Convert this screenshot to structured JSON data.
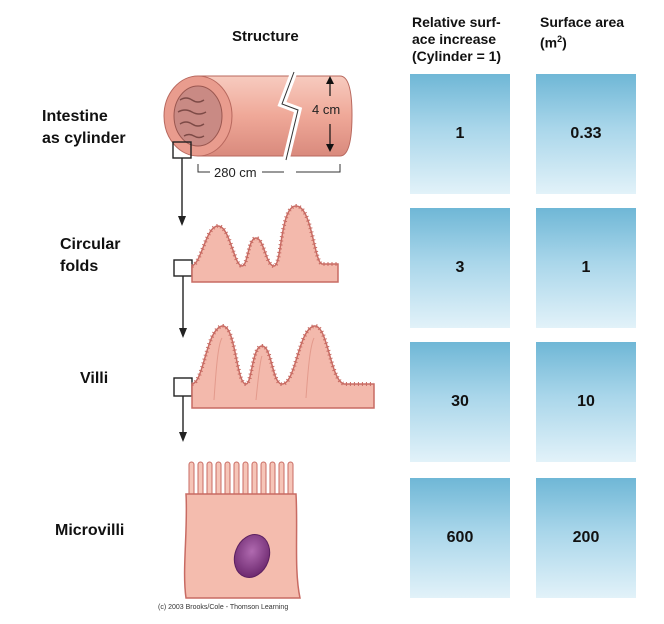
{
  "headers": {
    "structure": "Structure",
    "relative_line1": "Relative surf-",
    "relative_line2": "ace increase",
    "relative_line3": "(Cylinder = 1)",
    "area_line1": "Surface area",
    "area_unit_base": "(m",
    "area_unit_exp": "2",
    "area_unit_close": ")"
  },
  "rows": [
    {
      "label1": "Intestine",
      "label2": "as cylinder",
      "relative": "1",
      "area": "0.33"
    },
    {
      "label1": "Circular",
      "label2": "folds",
      "relative": "3",
      "area": "1"
    },
    {
      "label1": "Villi",
      "label2": "",
      "relative": "30",
      "area": "10"
    },
    {
      "label1": "Microvilli",
      "label2": "",
      "relative": "600",
      "area": "200"
    }
  ],
  "dimensions": {
    "height": "4 cm",
    "length": "280 cm"
  },
  "copyright": "(c) 2003 Brooks/Cole - Thomson Learning",
  "colors": {
    "tissue": "#f2b3a6",
    "tissue_dark": "#c86b63",
    "nucleus": "#8e3c8c",
    "cell_top": "#6fb7d6",
    "cell_bottom": "#e2f2f9"
  }
}
